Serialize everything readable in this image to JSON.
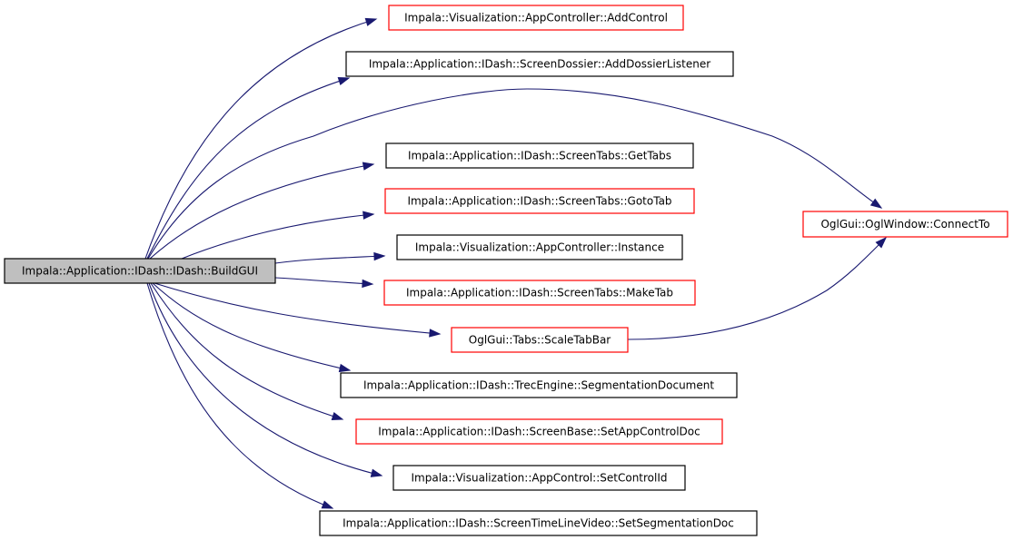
{
  "colors": {
    "edge": "#191970",
    "linked_border": "#ff0000",
    "plain_border": "#000000",
    "root_fill": "#bfbfbf",
    "node_fill": "#ffffff"
  },
  "nodes": [
    {
      "id": "root",
      "label": "Impala::Application::IDash::IDash::BuildGUI",
      "style": "root"
    },
    {
      "id": "addcontrol",
      "label": "Impala::Visualization::AppController::AddControl",
      "style": "red"
    },
    {
      "id": "adddossier",
      "label": "Impala::Application::IDash::ScreenDossier::AddDossierListener",
      "style": "black"
    },
    {
      "id": "gettabs",
      "label": "Impala::Application::IDash::ScreenTabs::GetTabs",
      "style": "black"
    },
    {
      "id": "gototab",
      "label": "Impala::Application::IDash::ScreenTabs::GotoTab",
      "style": "red"
    },
    {
      "id": "instance",
      "label": "Impala::Visualization::AppController::Instance",
      "style": "black"
    },
    {
      "id": "maketab",
      "label": "Impala::Application::IDash::ScreenTabs::MakeTab",
      "style": "red"
    },
    {
      "id": "scaletabbar",
      "label": "OglGui::Tabs::ScaleTabBar",
      "style": "red"
    },
    {
      "id": "segdoc",
      "label": "Impala::Application::IDash::TrecEngine::SegmentationDocument",
      "style": "black"
    },
    {
      "id": "setappcontroldoc",
      "label": "Impala::Application::IDash::ScreenBase::SetAppControlDoc",
      "style": "red"
    },
    {
      "id": "setcontrolid",
      "label": "Impala::Visualization::AppControl::SetControlId",
      "style": "black"
    },
    {
      "id": "setsegdoc",
      "label": "Impala::Application::IDash::ScreenTimeLineVideo::SetSegmentationDoc",
      "style": "black"
    },
    {
      "id": "connectto",
      "label": "OglGui::OglWindow::ConnectTo",
      "style": "red"
    }
  ],
  "edges": [
    {
      "from": "root",
      "to": "addcontrol"
    },
    {
      "from": "root",
      "to": "adddossier"
    },
    {
      "from": "root",
      "to": "connectto"
    },
    {
      "from": "root",
      "to": "gettabs"
    },
    {
      "from": "root",
      "to": "gototab"
    },
    {
      "from": "root",
      "to": "instance"
    },
    {
      "from": "root",
      "to": "maketab"
    },
    {
      "from": "root",
      "to": "scaletabbar"
    },
    {
      "from": "root",
      "to": "segdoc"
    },
    {
      "from": "root",
      "to": "setappcontroldoc"
    },
    {
      "from": "root",
      "to": "setcontrolid"
    },
    {
      "from": "root",
      "to": "setsegdoc"
    },
    {
      "from": "scaletabbar",
      "to": "connectto"
    }
  ]
}
